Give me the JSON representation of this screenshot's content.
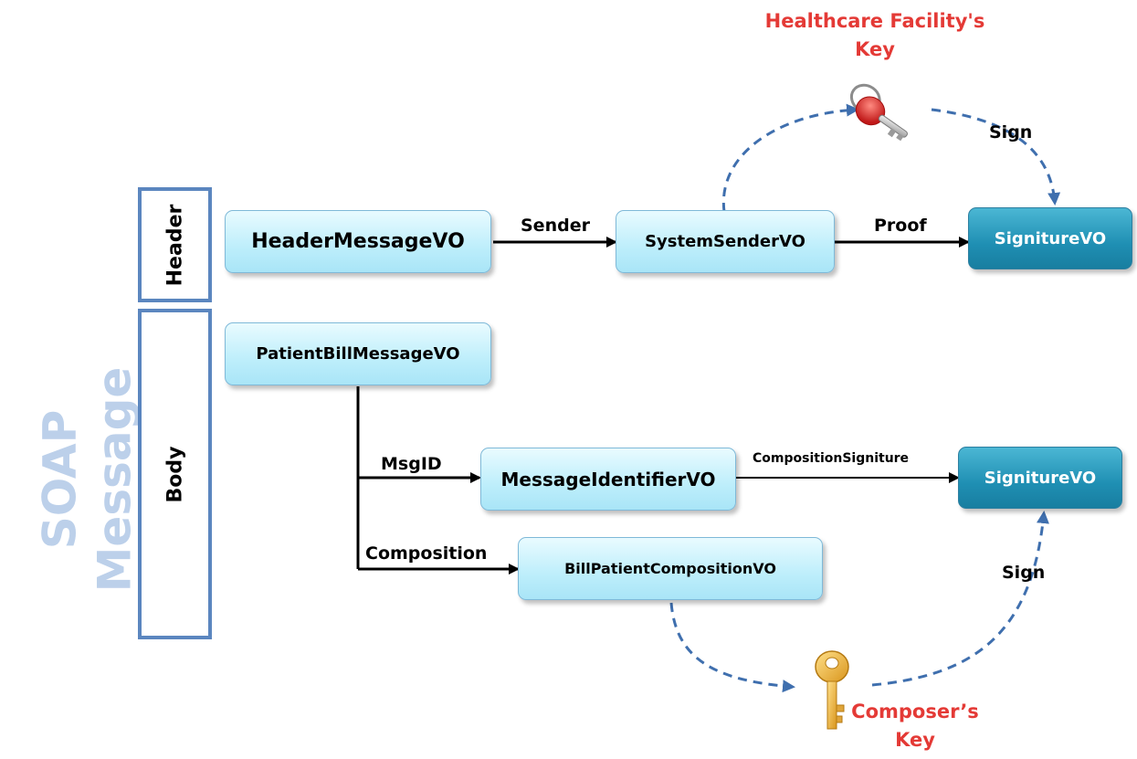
{
  "title": {
    "line1": "SOAP",
    "line2": "Message"
  },
  "sections": {
    "header": "Header",
    "body": "Body"
  },
  "nodes": {
    "header_message": "HeaderMessageVO",
    "system_sender": "SystemSenderVO",
    "signature_header": "SignitureVO",
    "patient_bill": "PatientBillMessageVO",
    "message_identifier": "MessageIdentifierVO",
    "bill_patient_composition": "BillPatientCompositionVO",
    "signature_body": "SignitureVO"
  },
  "edges": {
    "sender": "Sender",
    "proof": "Proof",
    "msgid": "MsgID",
    "composition": "Composition",
    "composition_signature": "CompositionSigniture",
    "sign_top": "Sign",
    "sign_bottom": "Sign"
  },
  "keys": {
    "facility": {
      "line1": "Healthcare Facility's",
      "line2": "Key",
      "icon": "red-key-icon"
    },
    "composer": {
      "line1": "Composer’s",
      "line2": "Key",
      "icon": "gold-key-icon"
    }
  },
  "colors": {
    "frame": "#5b86bf",
    "title": "#bcd0ea",
    "key_label": "#e43a36",
    "dashed_arrow": "#3f6fae",
    "light_node": "#bdeefb",
    "dark_node": "#1f8fb3"
  }
}
